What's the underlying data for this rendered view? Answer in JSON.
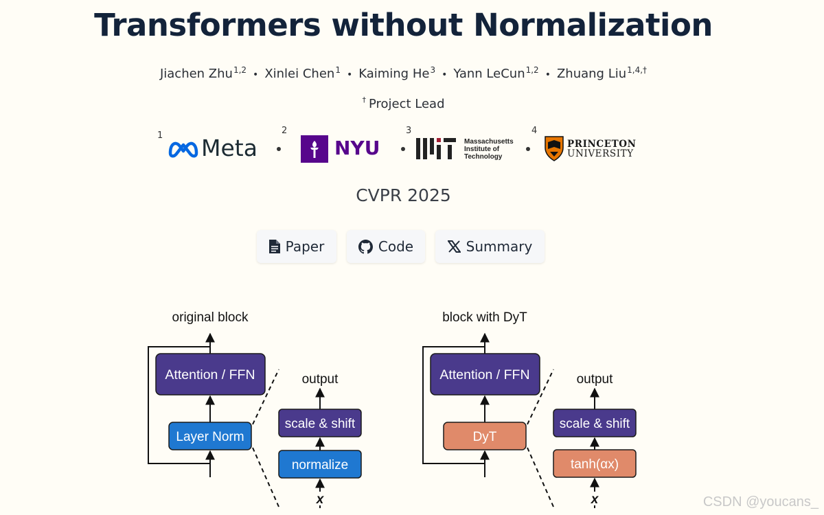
{
  "header": {
    "title": "Transformers without Normalization",
    "authors": [
      {
        "name": "Jiachen Zhu",
        "affil": "1,2"
      },
      {
        "name": "Xinlei Chen",
        "affil": "1"
      },
      {
        "name": "Kaiming He",
        "affil": "3"
      },
      {
        "name": "Yann LeCun",
        "affil": "1,2"
      },
      {
        "name": "Zhuang Liu",
        "affil": "1,4,†"
      }
    ],
    "separator": "•",
    "lead_mark": "†",
    "lead_text": "Project Lead"
  },
  "affiliations": [
    {
      "num": "1",
      "name": "Meta"
    },
    {
      "num": "2",
      "name": "NYU"
    },
    {
      "num": "3",
      "name": "MIT",
      "sub": [
        "Massachusetts",
        "Institute of",
        "Technology"
      ]
    },
    {
      "num": "4",
      "name": "PRINCETON",
      "sub": [
        "UNIVERSITY"
      ]
    }
  ],
  "venue": "CVPR 2025",
  "buttons": {
    "paper": "Paper",
    "code": "Code",
    "summary": "Summary"
  },
  "diagram": {
    "left": {
      "title": "original block",
      "attn": "Attention / FFN",
      "norm": "Layer Norm",
      "output": "output",
      "scale": "scale & shift",
      "inner": "normalize",
      "input": "x"
    },
    "right": {
      "title": "block with DyT",
      "attn": "Attention / FFN",
      "norm": "DyT",
      "output": "output",
      "scale": "scale & shift",
      "inner": "tanh(αx)",
      "input": "x"
    }
  },
  "colors": {
    "background": "#fffdf6",
    "attention": "#4a3a8c",
    "layer_norm": "#1f78d1",
    "dyt": "#e08a6a",
    "nyu": "#57068c",
    "meta": "#0668e1",
    "princeton": "#e77500"
  },
  "watermark": "CSDN @youcans_"
}
